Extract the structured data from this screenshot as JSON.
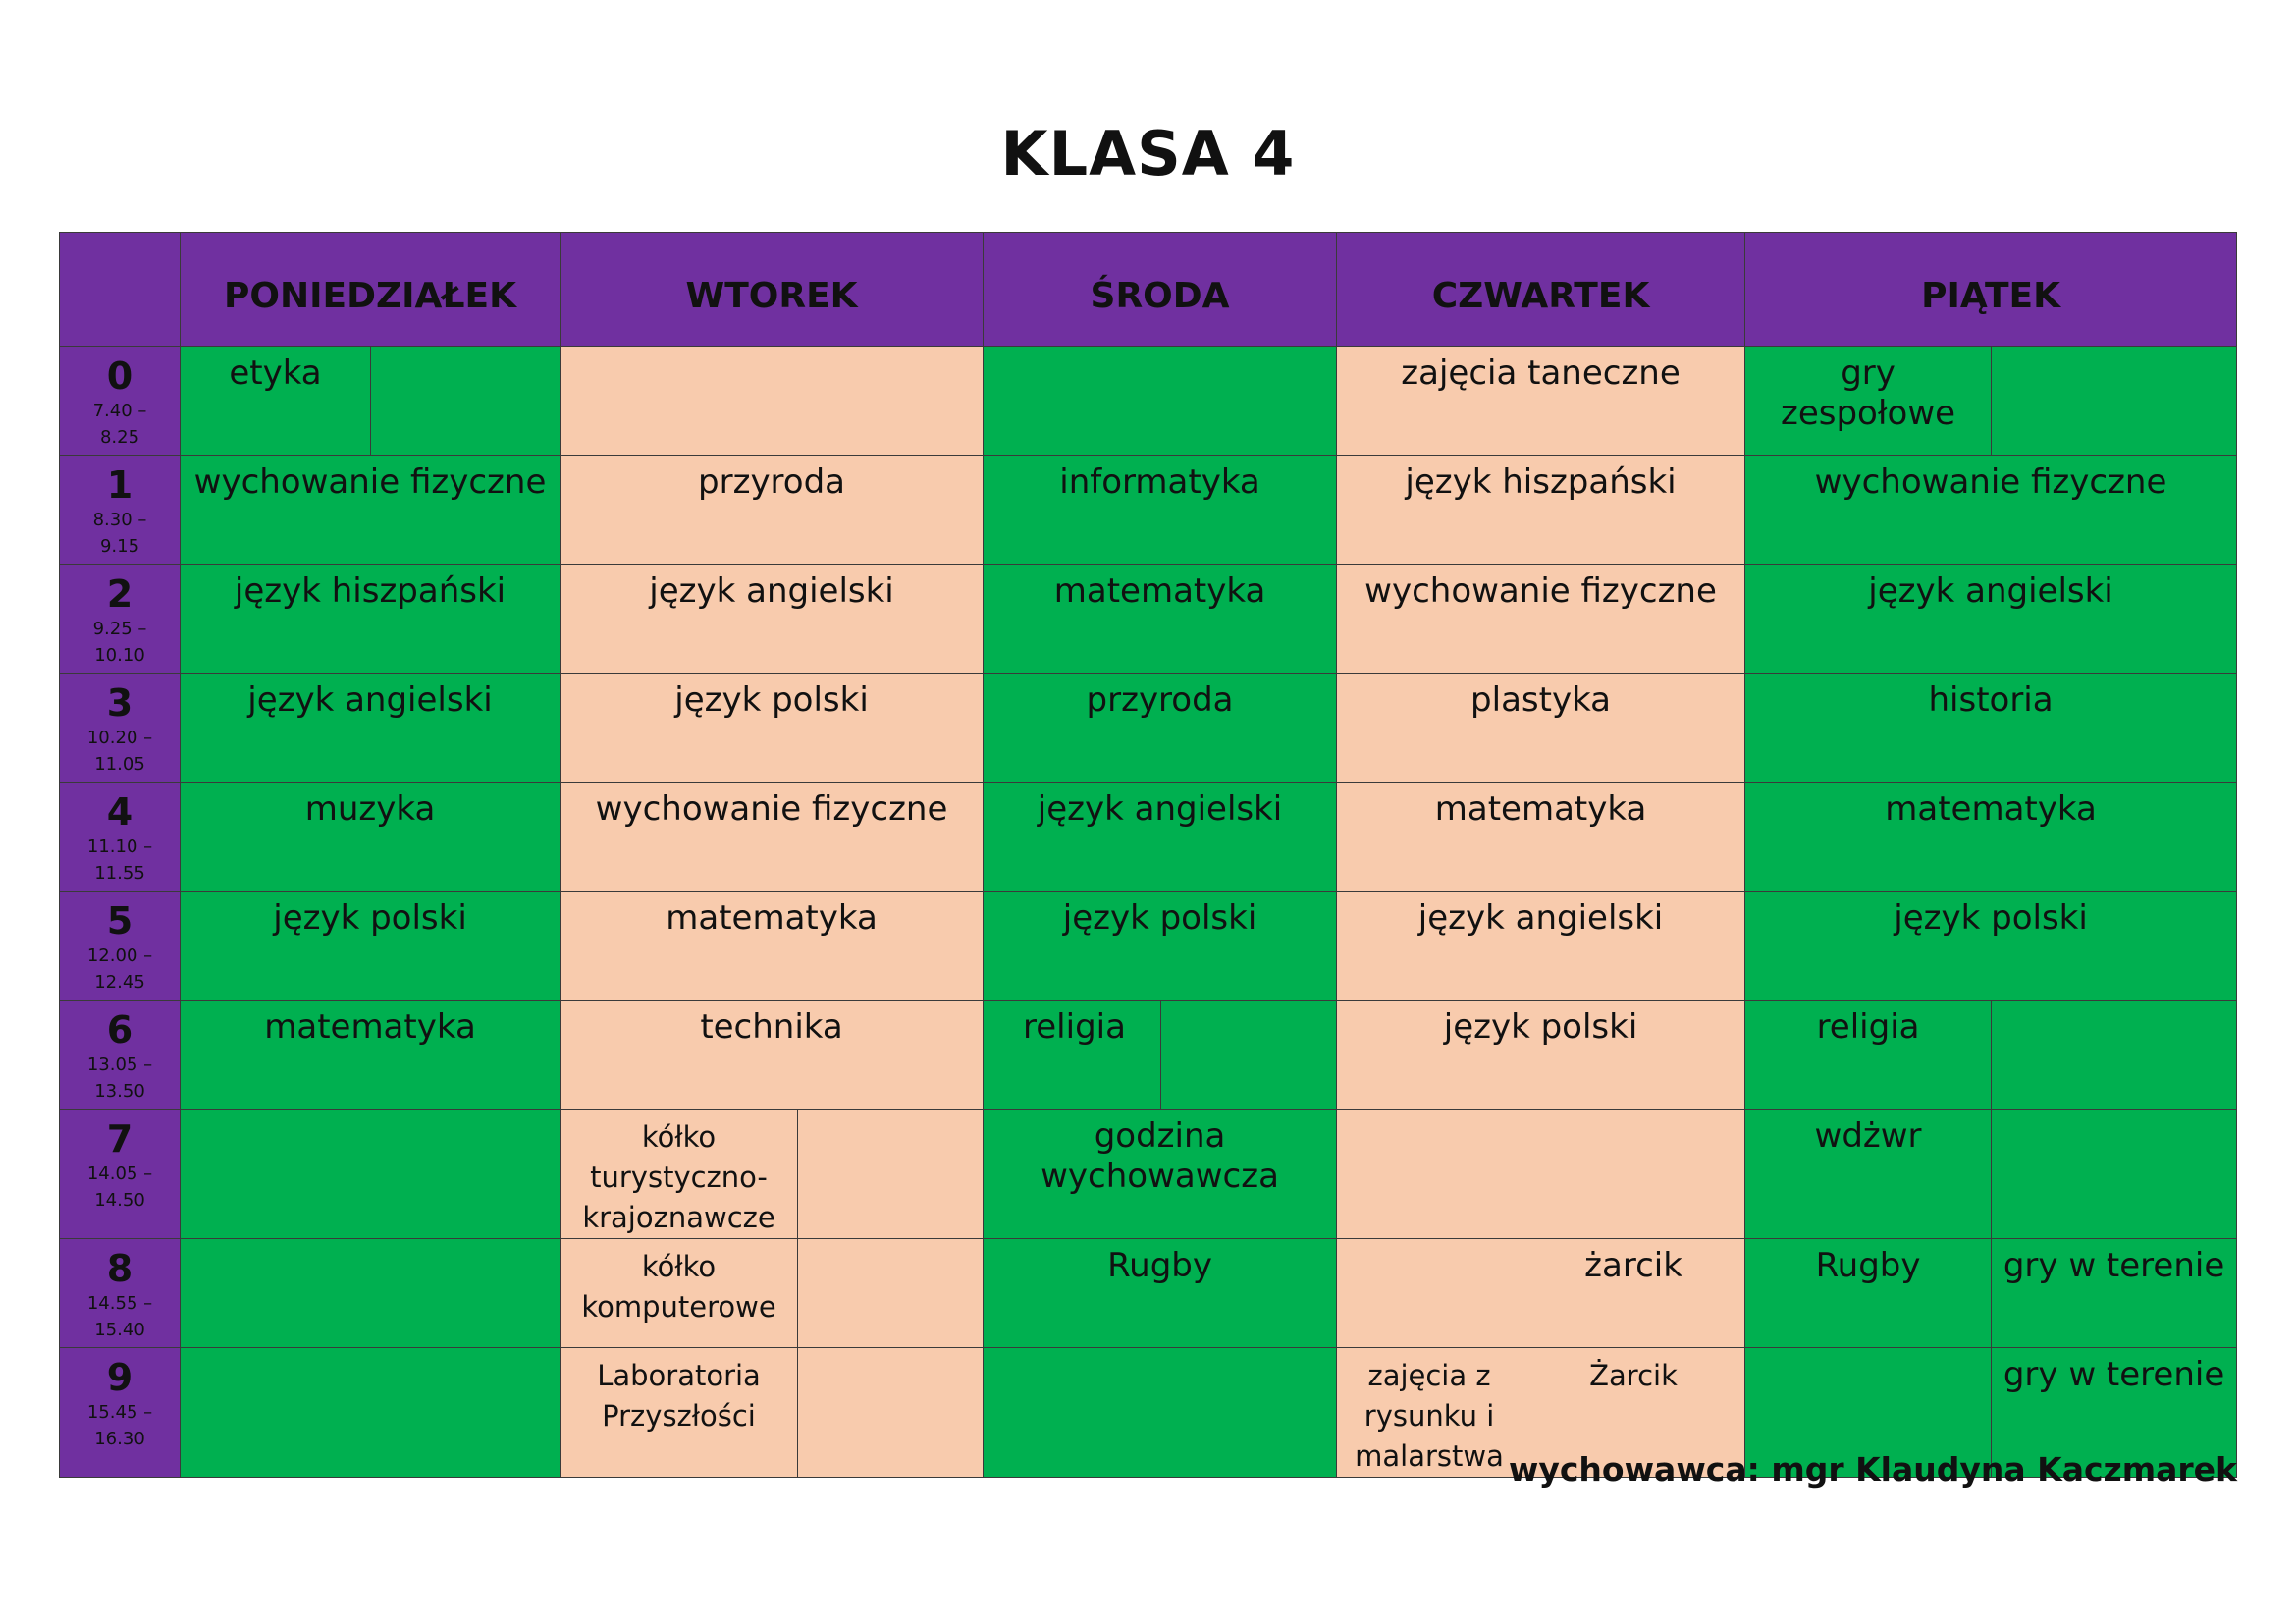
{
  "title": "KLASA  4",
  "days": [
    "PONIEDZIAŁEK",
    "WTOREK",
    "ŚRODA",
    "CZWARTEK",
    "PIĄTEK"
  ],
  "periods": [
    {
      "num": "0",
      "time_start": "7.40 –",
      "time_end": "8.25"
    },
    {
      "num": "1",
      "time_start": "8.30 –",
      "time_end": "9.15"
    },
    {
      "num": "2",
      "time_start": "9.25 –",
      "time_end": "10.10"
    },
    {
      "num": "3",
      "time_start": "10.20 –",
      "time_end": "11.05"
    },
    {
      "num": "4",
      "time_start": "11.10 –",
      "time_end": "11.55"
    },
    {
      "num": "5",
      "time_start": "12.00 –",
      "time_end": "12.45"
    },
    {
      "num": "6",
      "time_start": "13.05 –",
      "time_end": "13.50"
    },
    {
      "num": "7",
      "time_start": "14.05 –",
      "time_end": "14.50"
    },
    {
      "num": "8",
      "time_start": "14.55 –",
      "time_end": "15.40"
    },
    {
      "num": "9",
      "time_start": "15.45 –",
      "time_end": "16.30"
    }
  ],
  "lessons": {
    "p0_mon": "etyka",
    "p0_thu": "zajęcia taneczne",
    "p0_fri": "gry zespołowe",
    "p1_mon": "wychowanie fizyczne",
    "p1_tue": "przyroda",
    "p1_wed": "informatyka",
    "p1_thu": "język hiszpański",
    "p1_fri": "wychowanie fizyczne",
    "p2_mon": "język hiszpański",
    "p2_tue": "język angielski",
    "p2_wed": "matematyka",
    "p2_thu": "wychowanie fizyczne",
    "p2_fri": "język angielski",
    "p3_mon": "język angielski",
    "p3_tue": "język polski",
    "p3_wed": "przyroda",
    "p3_thu": "plastyka",
    "p3_fri": "historia",
    "p4_mon": "muzyka",
    "p4_tue": "wychowanie fizyczne",
    "p4_wed": "język angielski",
    "p4_thu": "matematyka",
    "p4_fri": "matematyka",
    "p5_mon": "język polski",
    "p5_tue": "matematyka",
    "p5_wed": "język polski",
    "p5_thu": "język angielski",
    "p5_fri": "język polski",
    "p6_mon": "matematyka",
    "p6_tue": "technika",
    "p6_wed": "religia",
    "p6_thu": "język polski",
    "p6_fri": "religia",
    "p7_tue": "kółko turystyczno-krajoznawcze",
    "p7_wed": "godzina wychowawcza",
    "p7_fri": "wdżwr",
    "p8_tue": "kółko komputerowe",
    "p8_wed": "Rugby",
    "p8_thu_b": "żarcik",
    "p8_fri_a": "Rugby",
    "p8_fri_b": "gry w terenie",
    "p9_tue": "Laboratoria Przyszłości",
    "p9_thu_a": "zajęcia z rysunku i malarstwa",
    "p9_thu_b": "Żarcik",
    "p9_fri_b": "gry w terenie"
  },
  "colors": {
    "header": "#7030a0",
    "green": "#00b050",
    "peach": "#f8cbad"
  },
  "footer": "wychowawca: mgr Klaudyna Kaczmarek"
}
